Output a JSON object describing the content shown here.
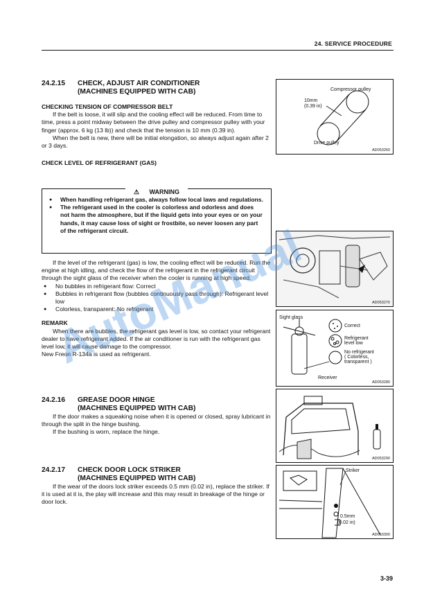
{
  "header": {
    "title": "24. SERVICE PROCEDURE"
  },
  "s1": {
    "num": "24.2.15",
    "title1": "CHECK, ADJUST AIR CONDITIONER",
    "title2": "(MACHINES EQUIPPED WITH CAB)"
  },
  "belt": {
    "heading": "CHECKING TENSION OF COMPRESSOR BELT",
    "p1": "If the belt is loose, it will slip and the cooling effect will be reduced. From time to time, press a point midway between the drive pulley and compressor pulley with your finger (approx. 6 kg (13 lb)) and check that the tension is 10 mm (0.39 in).",
    "p2": "When the belt is new, there will be initial elongation, so always adjust again after 2 or 3 days."
  },
  "gas": {
    "heading": "CHECK LEVEL OF REFRIGERANT (GAS)"
  },
  "warning": {
    "title": "WARNING",
    "items": [
      "When handling refrigerant gas, always follow local laws and regulations.",
      "The refrigerant used in the cooler is colorless and odorless and does not harm the atmosphere, but if the liquid gets into your eyes or on your hands, it may cause loss of sight or frostbite, so never loosen any part of the refrigerant circuit."
    ]
  },
  "level": {
    "p1": "If the level of the refrigerant (gas) is low, the cooling effect will be reduced. Run the engine at high idling, and check the flow of the refrigerant in the refrigerant circuit through the sight glass of the receiver when the cooler is running at high speed.",
    "b1": "No bubbles in refrigerant flow:  Correct",
    "b2": "Bubbles in refrigerant flow (bubbles continuously pass through): Refrigerant level low",
    "b3": "Colorless, transparent:  No refrigerant"
  },
  "remark": {
    "heading": "REMARK",
    "p1": "When there are bubbles, the refrigerant gas level is low, so contact your refrigerant dealer to have refrigerant added. If the air conditioner is run with the refrigerant gas level low, it will cause damage to the compressor.",
    "p2": "New Freon R-134a is used as refrigerant."
  },
  "s2": {
    "num": "24.2.16",
    "title1": "GREASE DOOR HINGE",
    "title2": "(MACHINES EQUIPPED WITH CAB)",
    "p1": "If the door makes a squeaking noise when it is opened or closed, spray lubricant in through the split in the hinge bushing.",
    "p2": "If the bushing is worn, replace the hinge."
  },
  "s3": {
    "num": "24.2.17",
    "title1": "CHECK DOOR LOCK STRIKER",
    "title2": "(MACHINES EQUIPPED WITH CAB)",
    "p1": "If the wear of the doors lock striker exceeds 0.5 mm (0.02 in), replace the striker. If it is used at it is, the play will increase and this may result in breakage of the hinge or door lock."
  },
  "fig1": {
    "compressor": "Compressor pulley",
    "dim1": "10mm",
    "dim2": "(0.39 in)",
    "drive": "Drive pulley",
    "id": "AD053260"
  },
  "fig2": {
    "id": "AD053270"
  },
  "fig3": {
    "sight": "Sight glass",
    "correct": "Correct",
    "low1": "Refrigerant",
    "low2": "level low",
    "none1": "No refrigerant",
    "none2": "( Colorless,",
    "none3": "transparent )",
    "receiver": "Receiver",
    "id": "AD053280"
  },
  "fig4": {
    "id": "AD053290"
  },
  "fig5": {
    "striker": "Striker",
    "dim1": "0.5mm",
    "dim2": "(0.02 in)",
    "id": "AD053300"
  },
  "watermark": "AutoManual",
  "page": "3-39"
}
